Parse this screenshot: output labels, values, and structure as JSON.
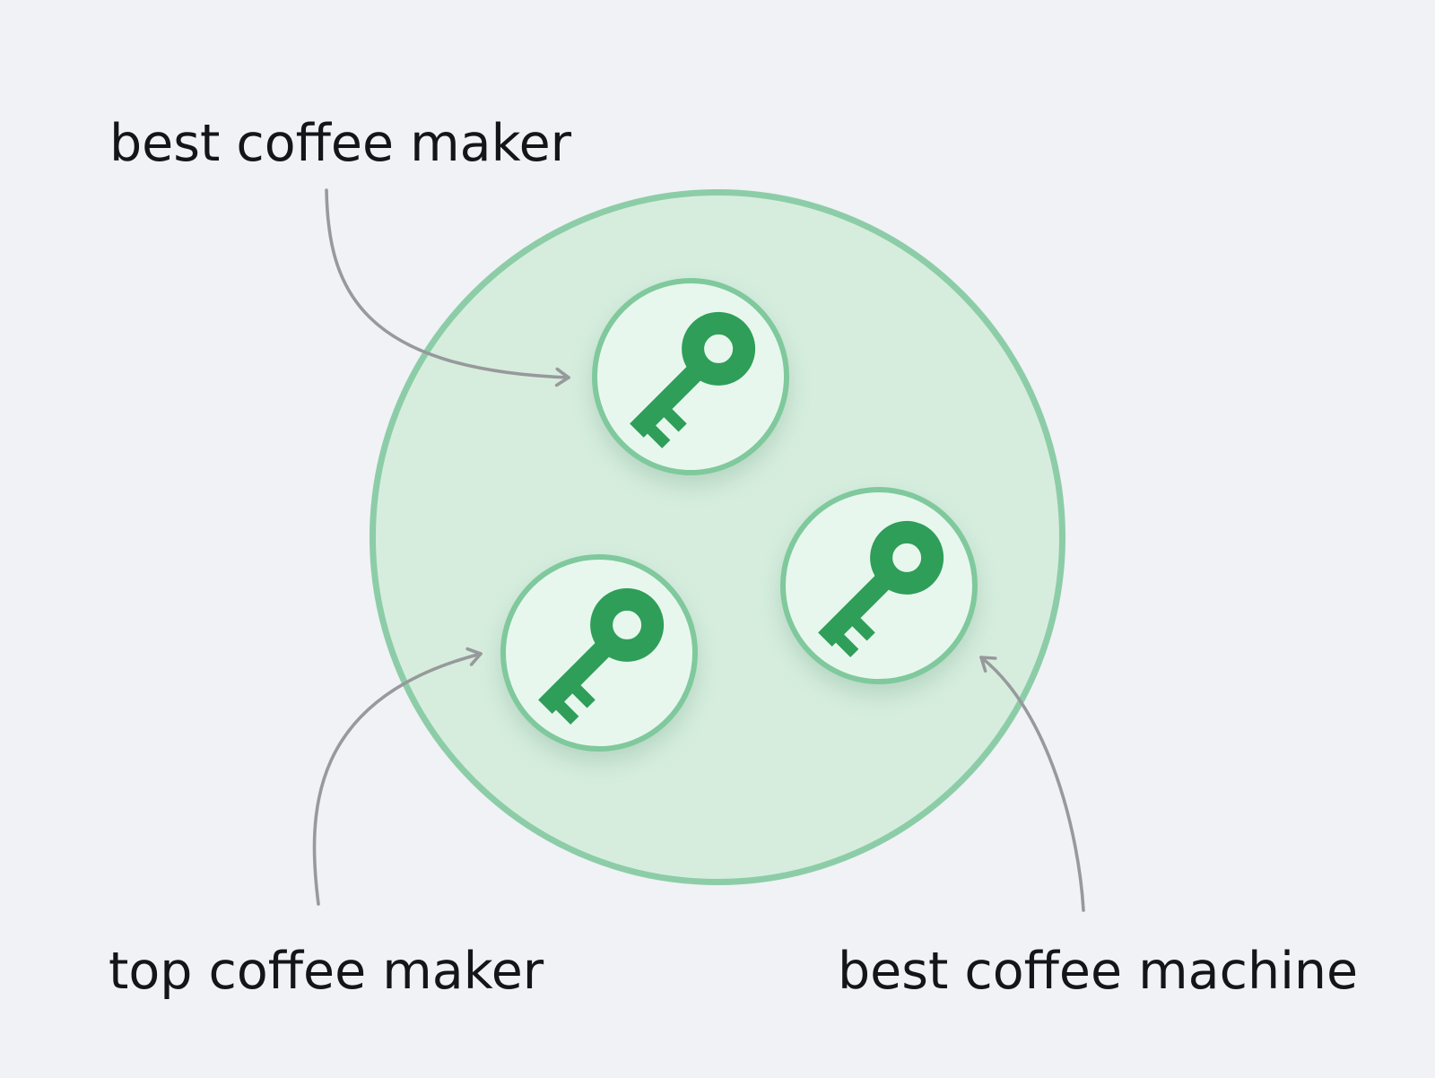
{
  "colors": {
    "page-bg": "#f0f2f5",
    "cluster-fill": "#d6edde",
    "cluster-stroke": "#8ccda8",
    "node-fill": "#e8f7ee",
    "node-stroke": "#7fc99c",
    "key-green": "#2e9e59",
    "arrow-gray": "#97999b",
    "label-text": "#141519"
  },
  "diagram": {
    "type": "keyword-cluster-illustration",
    "cluster": {
      "description": "large green circle grouping three keyword nodes",
      "nodes": [
        {
          "icon": "key-icon",
          "linked_label": "best coffee maker"
        },
        {
          "icon": "key-icon",
          "linked_label": "top coffee maker"
        },
        {
          "icon": "key-icon",
          "linked_label": "best coffee machine"
        }
      ]
    },
    "labels": [
      {
        "text": "best coffee maker"
      },
      {
        "text": "top coffee maker"
      },
      {
        "text": "best coffee machine"
      }
    ]
  }
}
